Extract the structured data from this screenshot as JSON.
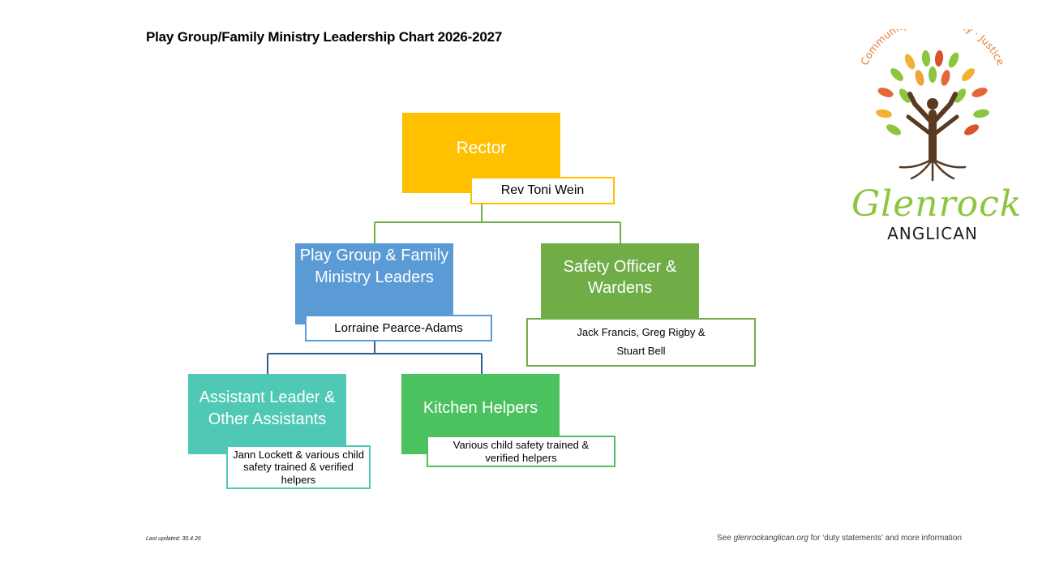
{
  "title": "Play Group/Family Ministry Leadership Chart 2026-2027",
  "colors": {
    "rector": "#FFC000",
    "playgroup": "#5B9BD5",
    "safety": "#70AD47",
    "assistant": "#4FC8B5",
    "kitchen": "#4CC160",
    "logo_green": "#8CC63F",
    "logo_brown": "#5A3A22"
  },
  "org": {
    "rector": {
      "role": "Rector",
      "name": "Rev Toni Wein"
    },
    "playgroup": {
      "role": "Play Group & Family Ministry Leaders",
      "name": "Lorraine Pearce-Adams"
    },
    "safety": {
      "role": "Safety Officer & Wardens",
      "name": "Jack Francis, Greg Rigby & Stuart Bell"
    },
    "assistant": {
      "role": "Assistant Leader & Other Assistants",
      "name": "Jann Lockett & various child safety trained & verified helpers"
    },
    "kitchen": {
      "role": "Kitchen Helpers",
      "name": "Various child safety trained & verified helpers"
    }
  },
  "logo": {
    "arc_text": "Community · Spirituality · Justice",
    "word1": "Glenrock",
    "word2": "ANGLICAN"
  },
  "footer": {
    "last_updated": "Last updated: 30.4.26",
    "see_prefix": "See ",
    "website": "glenrockanglican.org",
    "see_suffix": " for ‘duty statements’ and more information"
  }
}
